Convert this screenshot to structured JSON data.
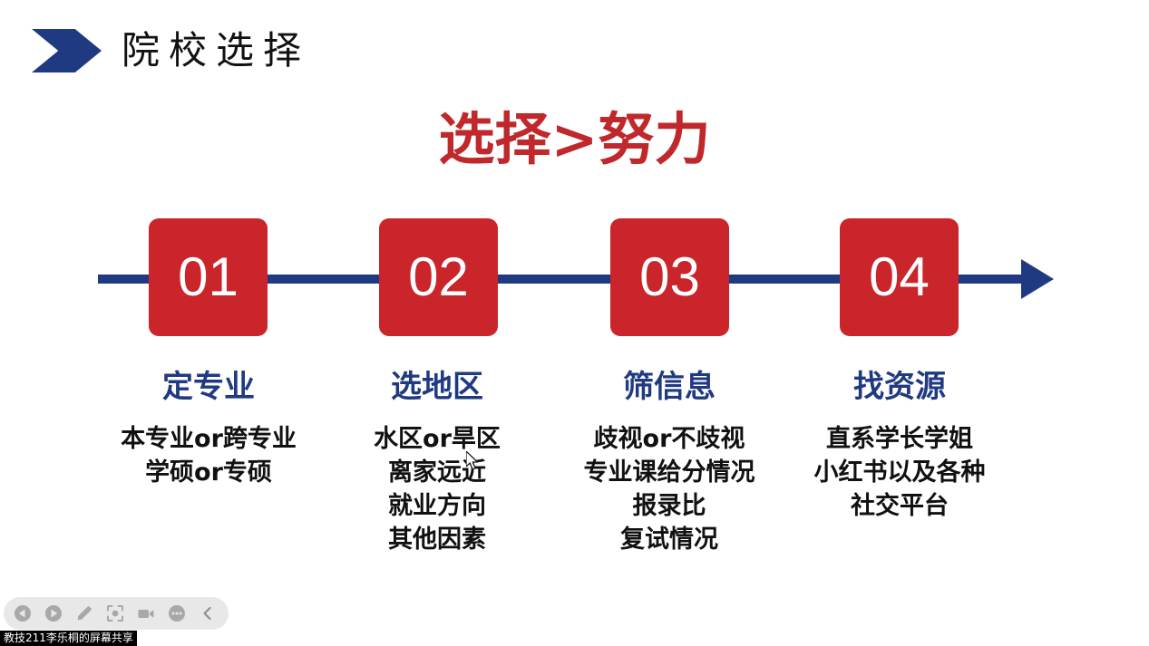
{
  "slide": {
    "header": {
      "chevron_icon": "chevron-right-banner-icon",
      "title": "院校选择"
    },
    "headline": "选择>努力",
    "timeline": {
      "line_color": "#1F3A80",
      "box_color": "#C9252B",
      "steps": [
        {
          "number": "01"
        },
        {
          "number": "02"
        },
        {
          "number": "03"
        },
        {
          "number": "04"
        }
      ]
    },
    "columns": [
      {
        "heading": "定专业",
        "heading_color": "#1F3A80",
        "lines": [
          "本专业or跨专业",
          "学硕or专硕"
        ]
      },
      {
        "heading": "选地区",
        "heading_color": "#1F3A80",
        "lines": [
          "水区or旱区",
          "离家远近",
          "就业方向",
          "其他因素"
        ]
      },
      {
        "heading": "筛信息",
        "heading_color": "#1F3A80",
        "lines": [
          "歧视or不歧视",
          "专业课给分情况",
          "报录比",
          "复试情况"
        ]
      },
      {
        "heading": "找资源",
        "heading_color": "#1F3A80",
        "lines": [
          "直系学长学姐",
          "小红书以及各种",
          "社交平台"
        ]
      }
    ],
    "headline_color": "#C0282C"
  },
  "toolbar": {
    "buttons": [
      {
        "name": "previous-slide-button",
        "icon": "play-left-circle-icon"
      },
      {
        "name": "next-slide-button",
        "icon": "play-right-circle-icon"
      },
      {
        "name": "annotate-button",
        "icon": "pencil-icon"
      },
      {
        "name": "spotlight-button",
        "icon": "focus-target-icon"
      },
      {
        "name": "record-button",
        "icon": "video-camera-icon"
      },
      {
        "name": "more-options-button",
        "icon": "ellipsis-circle-icon"
      },
      {
        "name": "collapse-toolbar-button",
        "icon": "chevron-left-icon"
      }
    ]
  },
  "status_bar": {
    "share_label": "教技211李乐桐的屏幕共享"
  },
  "cursor": {
    "icon": "mouse-pointer-icon"
  }
}
